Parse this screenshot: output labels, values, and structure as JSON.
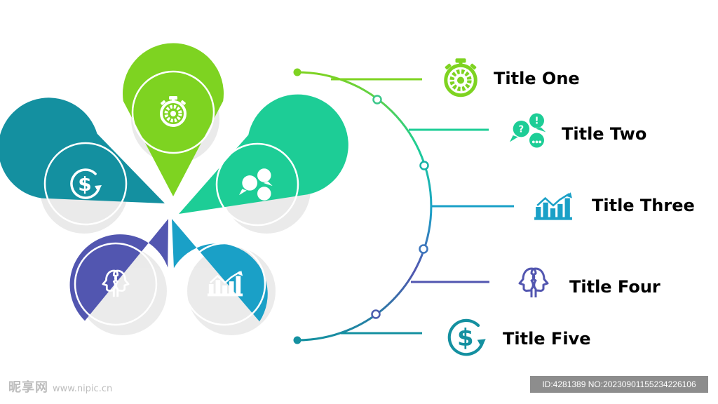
{
  "items": [
    {
      "title": "Title One",
      "icon": "stopwatch-icon",
      "color": "#7ed321"
    },
    {
      "title": "Title Two",
      "icon": "chat-bubbles-icon",
      "color": "#1dcd96"
    },
    {
      "title": "Title Three",
      "icon": "bar-chart-icon",
      "color": "#1aa0c7"
    },
    {
      "title": "Title Four",
      "icon": "two-heads-icon",
      "color": "#5256b0"
    },
    {
      "title": "Title Five",
      "icon": "dollar-cycle-icon",
      "color": "#1490a0"
    }
  ],
  "watermark": {
    "brand": "昵享网",
    "site": "www.nipic.cn",
    "id_text": "ID:4281389 NO:20230901155234226106"
  }
}
